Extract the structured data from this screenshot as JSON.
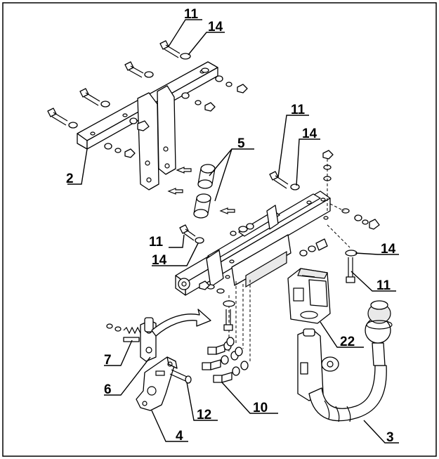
{
  "diagram": {
    "callouts": [
      {
        "id": "c11a",
        "text": "11"
      },
      {
        "id": "c14a",
        "text": "14"
      },
      {
        "id": "c2",
        "text": "2"
      },
      {
        "id": "c5",
        "text": "5"
      },
      {
        "id": "c11b",
        "text": "11"
      },
      {
        "id": "c14b",
        "text": "14"
      },
      {
        "id": "c11c",
        "text": "11"
      },
      {
        "id": "c14c",
        "text": "14"
      },
      {
        "id": "c14d",
        "text": "14"
      },
      {
        "id": "c11d",
        "text": "11"
      },
      {
        "id": "c22",
        "text": "22"
      },
      {
        "id": "c7",
        "text": "7"
      },
      {
        "id": "c6",
        "text": "6"
      },
      {
        "id": "c10",
        "text": "10"
      },
      {
        "id": "c12",
        "text": "12"
      },
      {
        "id": "c4",
        "text": "4"
      },
      {
        "id": "c3",
        "text": "3"
      }
    ]
  }
}
